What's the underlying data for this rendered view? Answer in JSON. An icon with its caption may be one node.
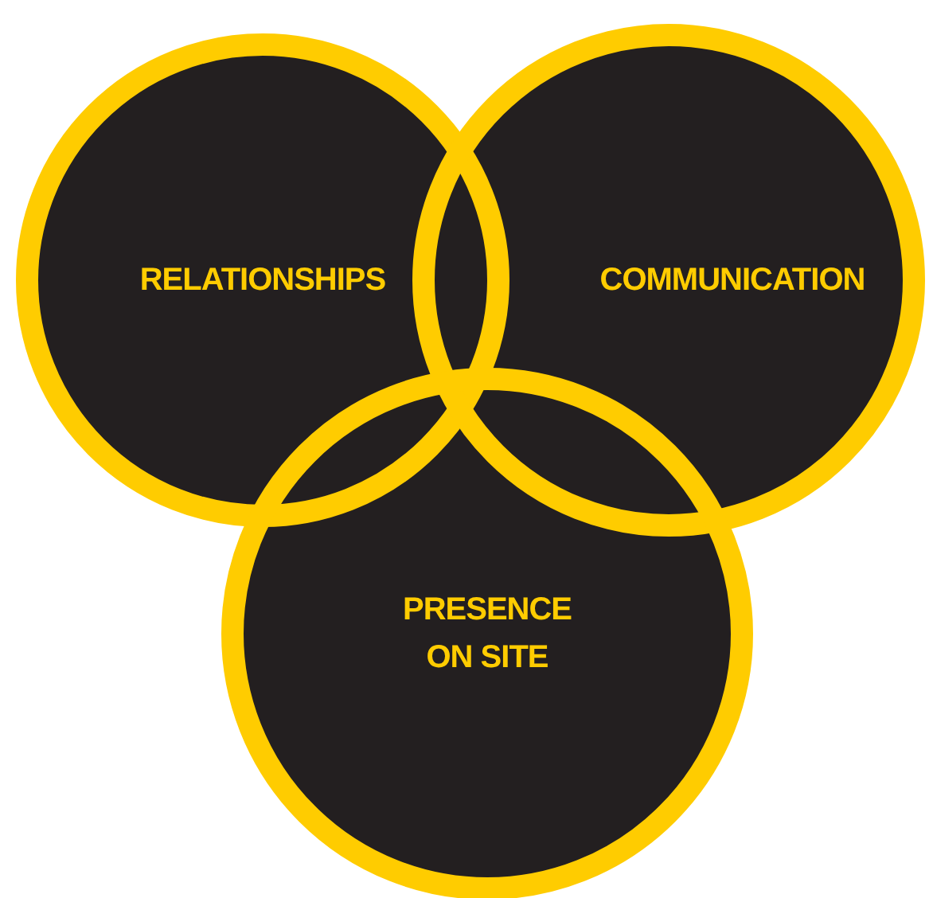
{
  "diagram": {
    "nodes": [
      {
        "text": [
          "RELATIONSHIPS"
        ]
      },
      {
        "text": [
          "COMMUNICATION"
        ]
      },
      {
        "text": [
          "PRESENCE ON SITE"
        ]
      }
    ]
  }
}
